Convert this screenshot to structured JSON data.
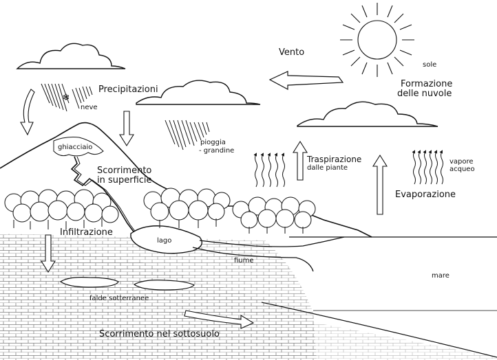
{
  "labels": {
    "vento": "Vento",
    "sole": "sole",
    "formazione_line1": "Formazione",
    "formazione_line2": "delle nuvole",
    "precipitazioni": "Precipitazioni",
    "neve": "neve",
    "ghiacciaio": "ghiacciaio",
    "pioggia_line1": "pioggia",
    "pioggia_line2": "- grandine",
    "traspirazione_line1": "Traspirazione",
    "traspirazione_line2": "dalle piante",
    "vapore_line1": "vapore",
    "vapore_line2": "acqueo",
    "scorrimento_sup_line1": "Scorrimento",
    "scorrimento_sup_line2": "in superficie",
    "evaporazione": "Evaporazione",
    "infiltrazione": "Infiltrazione",
    "lago": "lago",
    "fiume": "fiume",
    "mare": "mare",
    "falde": "falde sotterranee",
    "scorrimento_sotto": "Scorrimento nel sottosuolo"
  },
  "colors": {
    "ink": "#111111",
    "paper": "#ffffff"
  }
}
